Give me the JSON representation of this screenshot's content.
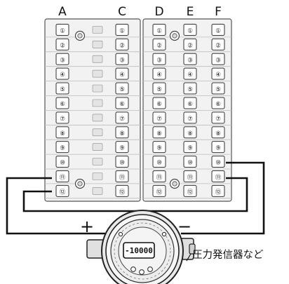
{
  "columns": [
    "A",
    "C",
    "D",
    "E",
    "F"
  ],
  "terminal_numbers": [
    "①",
    "②",
    "③",
    "④",
    "⑤",
    "⑥",
    "⑦",
    "⑧",
    "⑨",
    "⑩",
    "⑪",
    "⑫"
  ],
  "wiring": {
    "plus_label": "+",
    "minus_label": "−"
  },
  "device": {
    "label": "圧力発信器など",
    "display_value": "-10000",
    "icon": "pressure-transmitter-icon"
  },
  "colors": {
    "line": "#111111",
    "block_fill": "#f2f2f2",
    "block_stroke": "#555555",
    "device_fill": "#e9e9e9"
  }
}
